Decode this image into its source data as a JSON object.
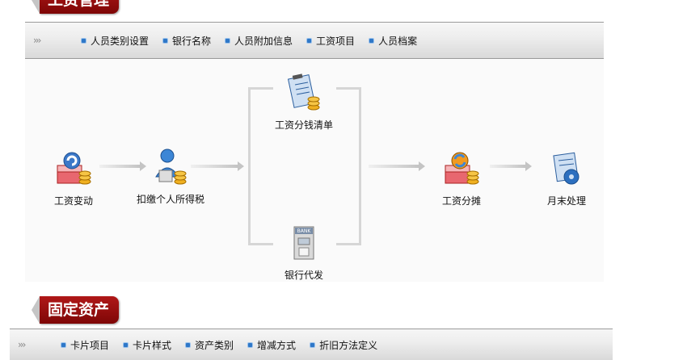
{
  "salary": {
    "title": "工资管理",
    "nav": [
      "人员类别设置",
      "银行名称",
      "人员附加信息",
      "工资项目",
      "人员档案"
    ],
    "flow": {
      "change": "工资变动",
      "tax": "扣缴个人所得税",
      "split": "工资分钱清单",
      "bank": "银行代发",
      "allocate": "工资分摊",
      "monthend": "月末处理"
    }
  },
  "assets": {
    "title": "固定资产",
    "nav": [
      "卡片项目",
      "卡片样式",
      "资产类别",
      "增减方式",
      "折旧方法定义"
    ]
  },
  "colors": {
    "accent_red": "#9a0c0c",
    "bullet_blue": "#2f78c8"
  }
}
